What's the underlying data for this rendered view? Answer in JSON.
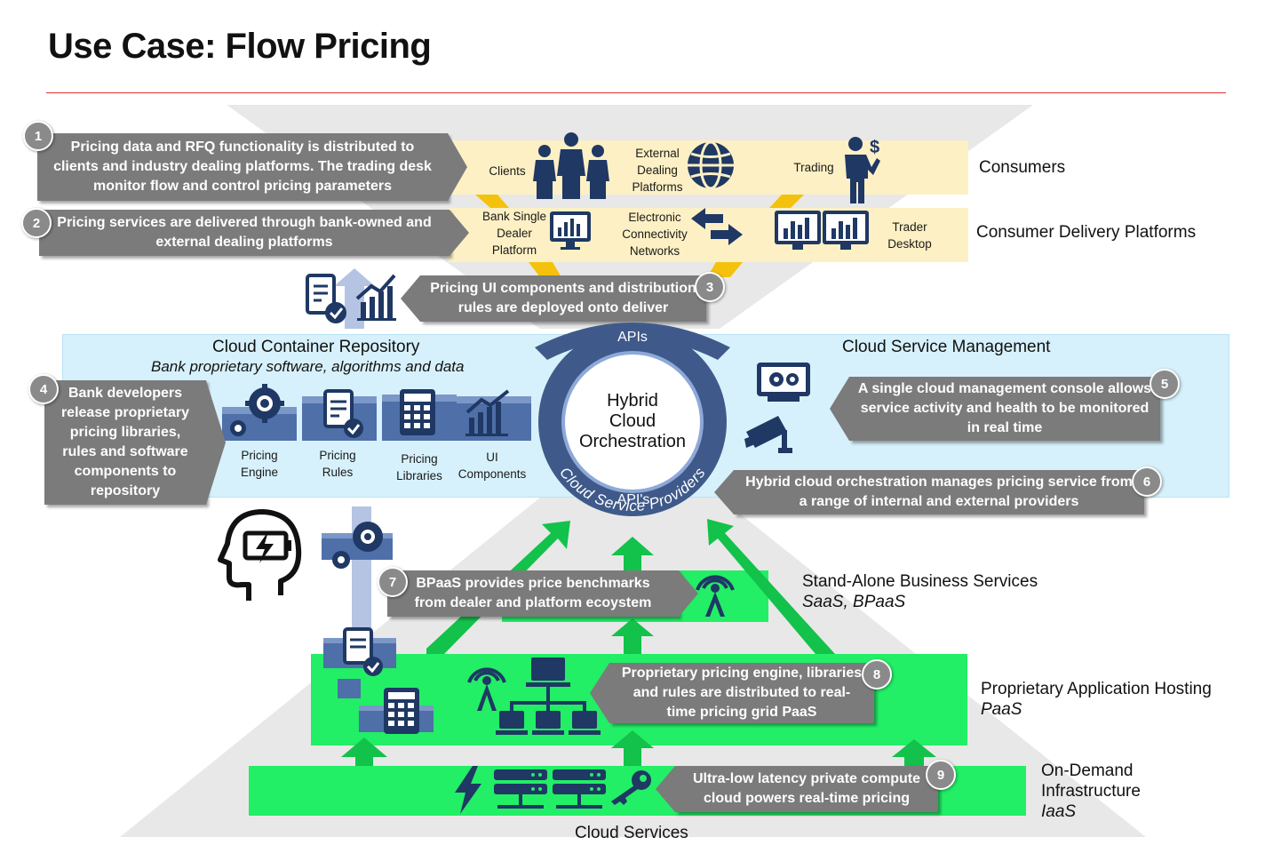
{
  "title": "Use Case: Flow Pricing",
  "layers": {
    "consumers": "Consumers",
    "delivery": "Consumer Delivery Platforms",
    "repository": {
      "title": "Cloud Container Repository",
      "subtitle": "Bank proprietary software, algorithms and data"
    },
    "management": "Cloud Service Management",
    "standalone": {
      "title": "Stand-Alone Business Services",
      "subtitle": "SaaS, BPaaS"
    },
    "hosting": {
      "title": "Proprietary Application Hosting",
      "subtitle": "PaaS"
    },
    "infra": {
      "line1": "On-Demand",
      "line2": "Infrastructure",
      "subtitle": "IaaS"
    },
    "cloud_services": "Cloud Services"
  },
  "consumers_items": {
    "clients": "Clients",
    "external": [
      "External",
      "Dealing",
      "Platforms"
    ],
    "trading": "Trading"
  },
  "delivery_items": {
    "bank_single": [
      "Bank Single",
      "Dealer",
      "Platform"
    ],
    "ecn": [
      "Electronic",
      "Connectivity",
      "Networks"
    ],
    "trader": [
      "Trader",
      "Desktop"
    ]
  },
  "repo_items": {
    "engine": [
      "Pricing",
      "Engine"
    ],
    "rules": [
      "Pricing",
      "Rules"
    ],
    "libraries": [
      "Pricing",
      "Libraries"
    ],
    "ui": [
      "UI",
      "Components"
    ]
  },
  "hub": {
    "apis_top": "APIs",
    "center": [
      "Hybrid",
      "Cloud",
      "Orchestration"
    ],
    "apis_bottom": "API's",
    "ring_text": "Cloud Service Providers"
  },
  "callouts": [
    {
      "num": "1",
      "lines": [
        "Pricing data and  RFQ functionality is distributed to",
        "clients and industry dealing platforms. The trading desk",
        "monitor flow and control pricing parameters"
      ]
    },
    {
      "num": "2",
      "lines": [
        "Pricing services are delivered through bank-owned and",
        "external dealing platforms"
      ]
    },
    {
      "num": "3",
      "lines": [
        "Pricing UI components and distribution",
        "rules are deployed onto deliver"
      ]
    },
    {
      "num": "4",
      "lines": [
        "Bank developers",
        "release proprietary",
        "pricing libraries,",
        "rules and software",
        "components to",
        "repository"
      ]
    },
    {
      "num": "5",
      "lines": [
        "A single cloud management console allows",
        "service activity and health to be monitored",
        "in real time"
      ]
    },
    {
      "num": "6",
      "lines": [
        "Hybrid cloud orchestration manages  pricing service from",
        "a range of internal and external providers"
      ]
    },
    {
      "num": "7",
      "lines": [
        "BPaaS provides price benchmarks",
        "from dealer and platform ecoystem"
      ]
    },
    {
      "num": "8",
      "lines": [
        "Proprietary pricing engine, libraries",
        "and rules are distributed to real-",
        "time pricing grid PaaS"
      ]
    },
    {
      "num": "9",
      "lines": [
        "Ultra-low latency private compute",
        "cloud powers real-time pricing"
      ]
    }
  ],
  "colors": {
    "consumer_band": "#fdf0c4",
    "repo_band": "#d6f1fb",
    "green": "#22ee66",
    "arrow_green": "#12c24a",
    "navy": "#1f3864",
    "ring": "#3f5a8a",
    "callout": "#7b7b7b",
    "accent_red": "#e0302a",
    "gold": "#f4c20d"
  }
}
